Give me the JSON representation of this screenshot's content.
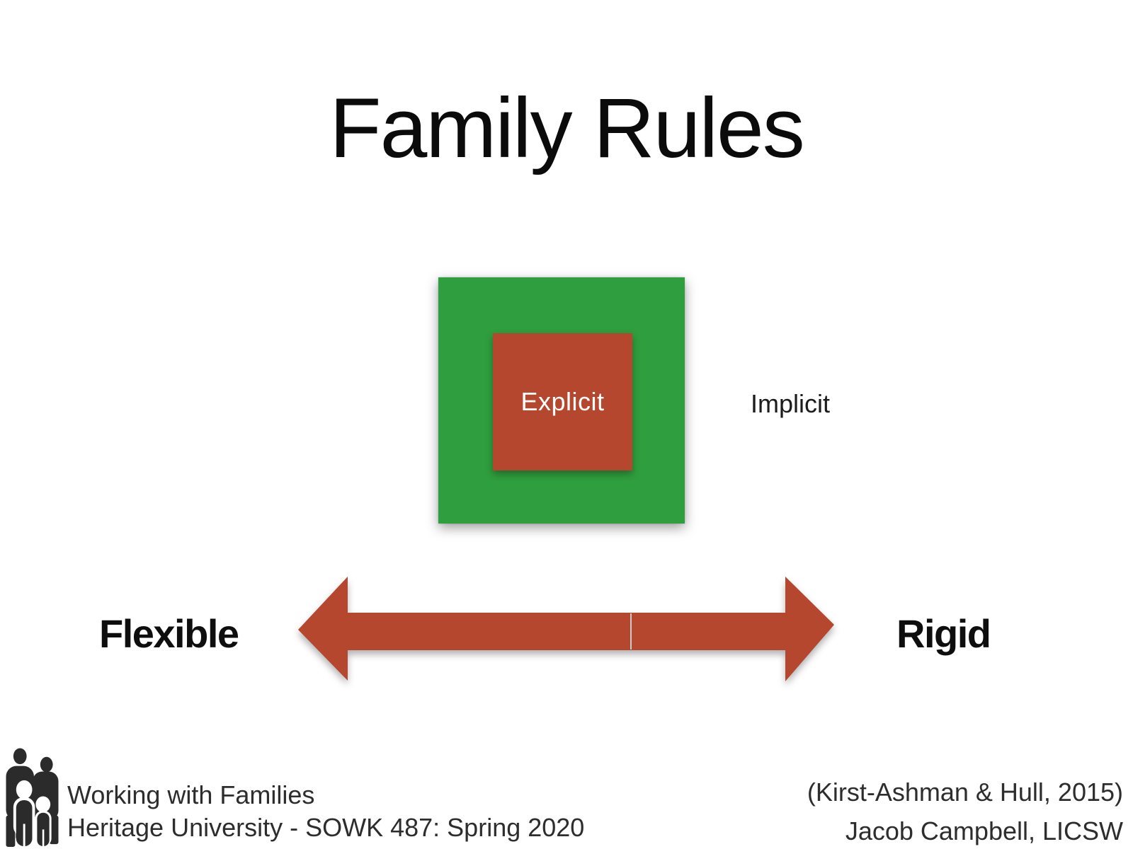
{
  "slide": {
    "title": "Family Rules",
    "diagram": {
      "explicit_label": "Explicit",
      "implicit_label": "Implicit",
      "spectrum": {
        "left_label": "Flexible",
        "right_label": "Rigid"
      }
    },
    "footer": {
      "left": {
        "logo_icon": "family-silhouette-icon",
        "line1": "Working with Families",
        "line2": "Heritage University - SOWK 487: Spring 2020"
      },
      "right": {
        "line1": "(Kirst-Ashman & Hull, 2015)",
        "line2": "Jacob Campbell, LICSW"
      }
    },
    "colors": {
      "green": "#2f9e3e",
      "red": "#b5472f",
      "ink": "#1c1c1c",
      "seam": "#c8cdcc",
      "logo": "#2b2b2b"
    }
  }
}
